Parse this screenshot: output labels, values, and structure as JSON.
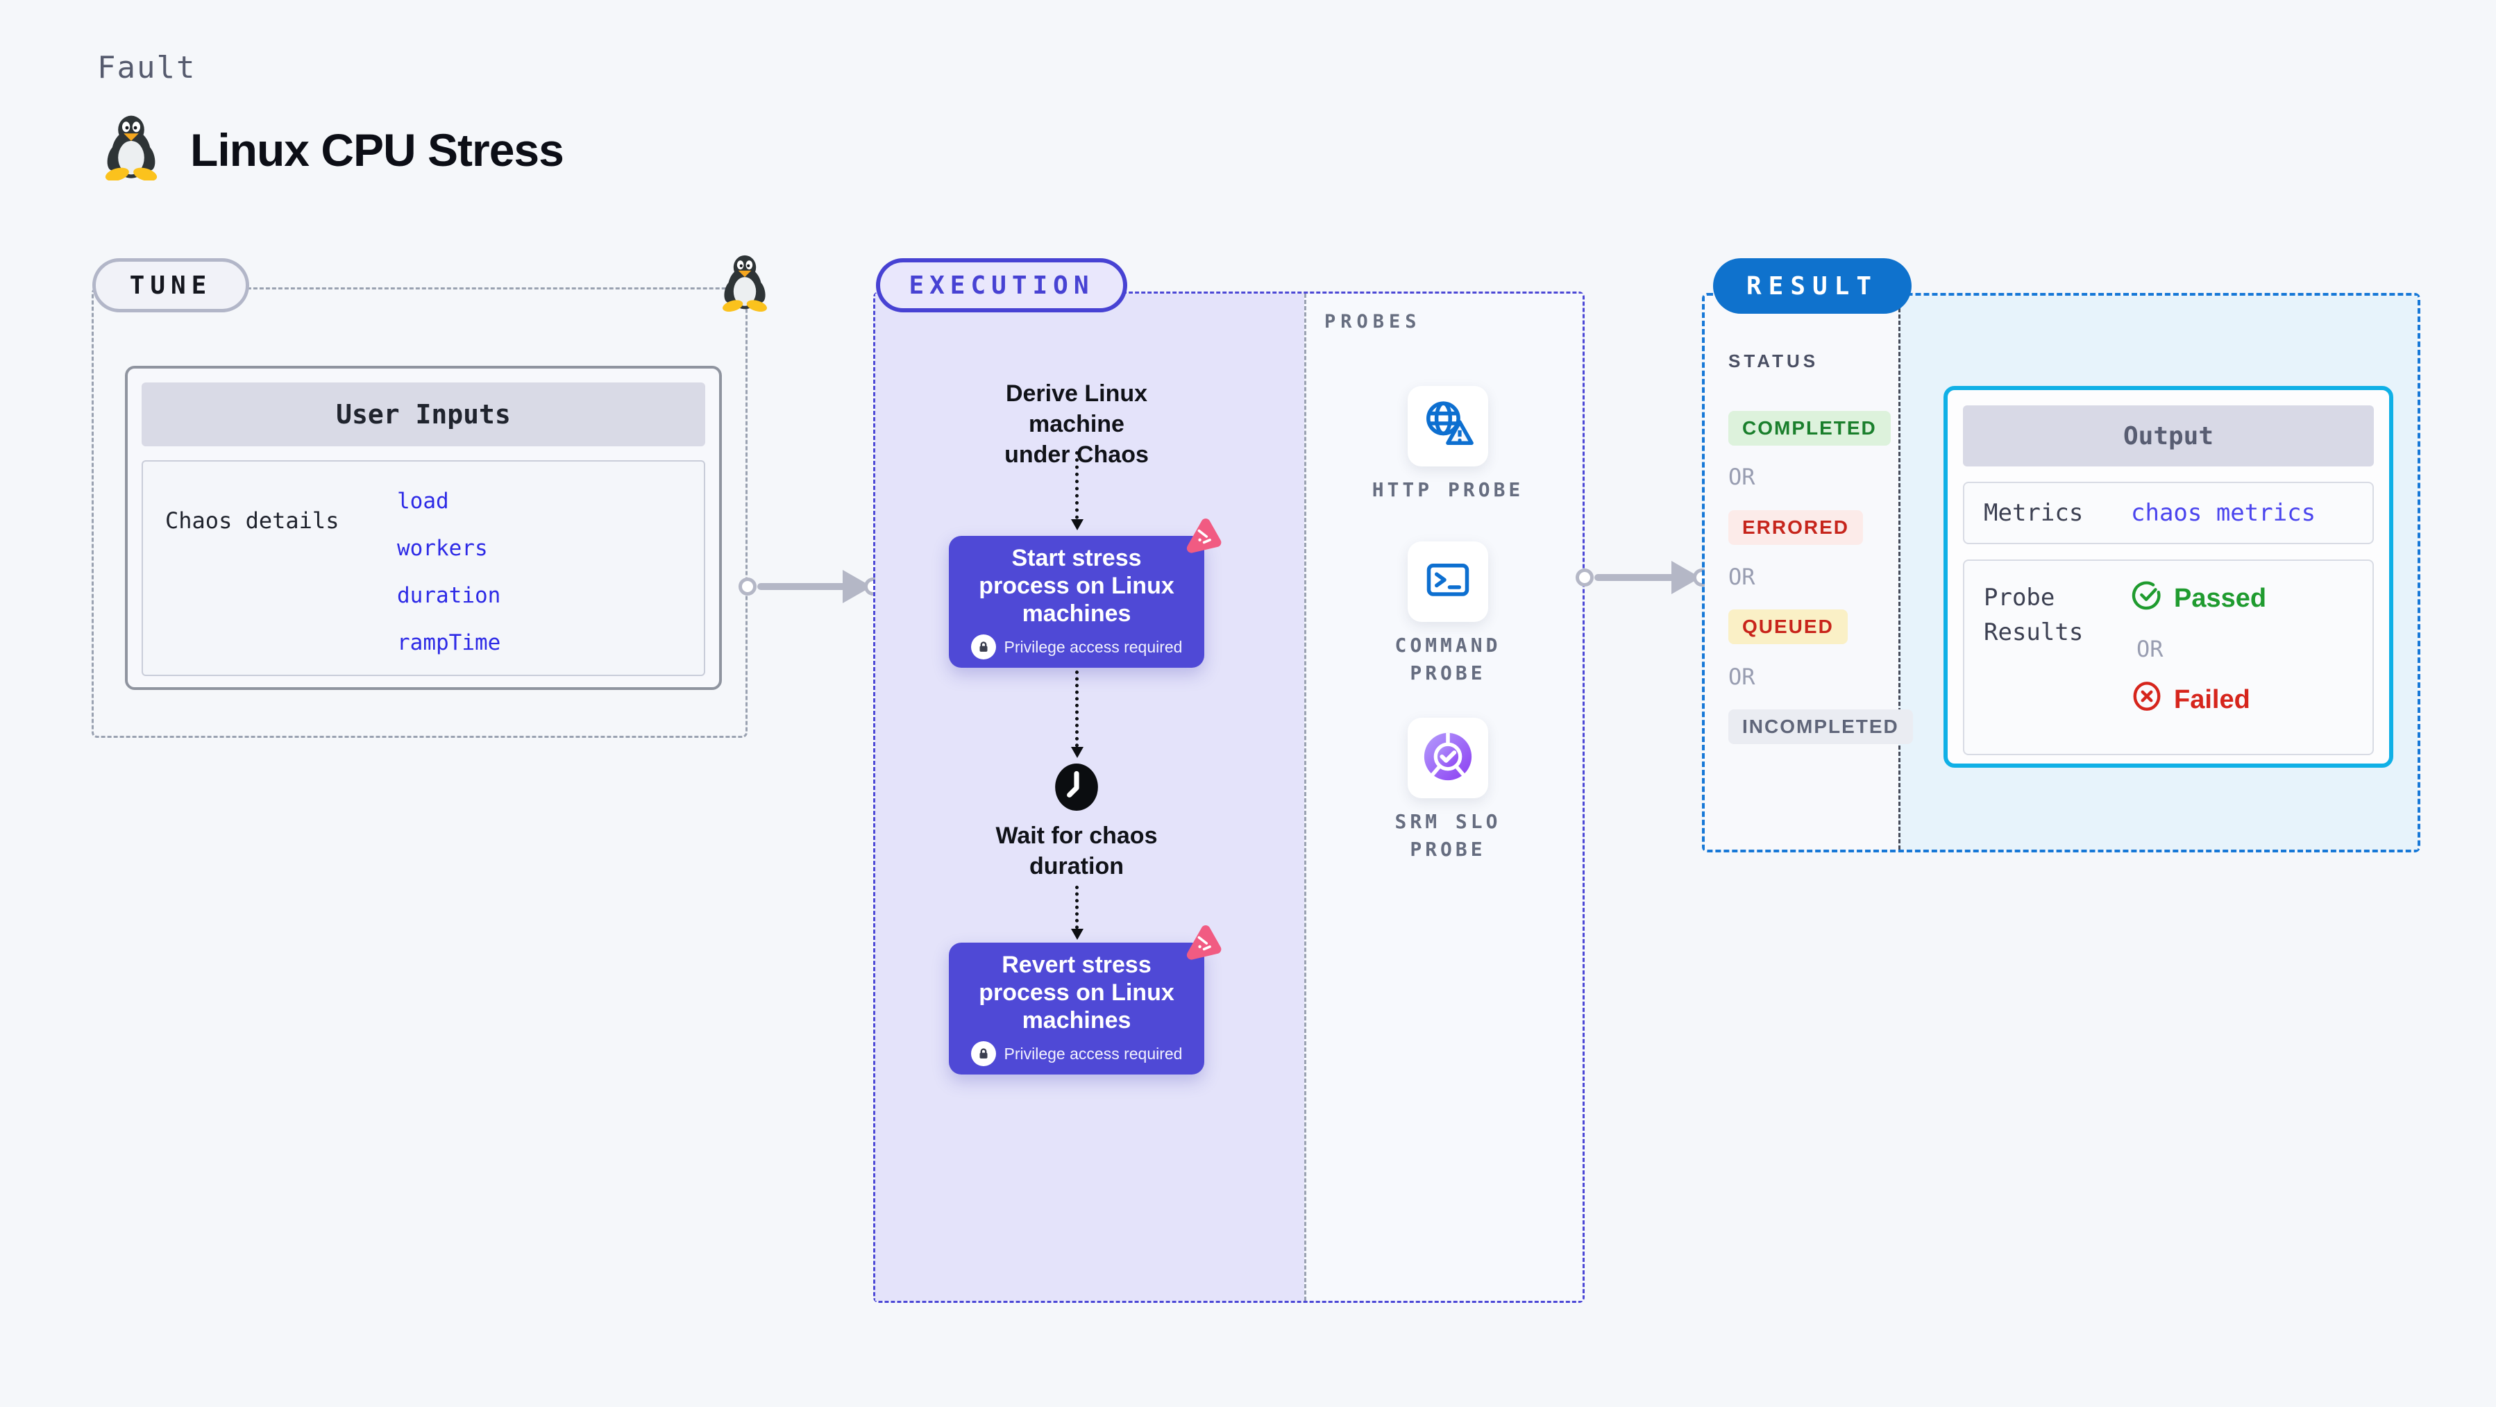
{
  "header": {
    "kicker": "Fault",
    "title": "Linux CPU Stress"
  },
  "tune": {
    "badge": "TUNE",
    "card_title": "User Inputs",
    "row_label": "Chaos details",
    "inputs": [
      "load",
      "workers",
      "duration",
      "rampTime"
    ]
  },
  "execution": {
    "badge": "EXECUTION",
    "derive_text": "Derive Linux machine\nunder Chaos",
    "wait_text": "Wait for chaos\nduration",
    "nodes": [
      {
        "title": "Start stress\nprocess on Linux\nmachines",
        "note": "Privilege access required"
      },
      {
        "title": "Revert stress\nprocess on Linux\nmachines",
        "note": "Privilege access required"
      }
    ]
  },
  "probes": {
    "label": "PROBES",
    "items": [
      {
        "name": "HTTP PROBE",
        "icon": "globe-alert-icon"
      },
      {
        "name": "COMMAND PROBE",
        "icon": "terminal-icon"
      },
      {
        "name": "SRM SLO PROBE",
        "icon": "slo-pie-icon"
      }
    ]
  },
  "result": {
    "badge": "RESULT",
    "status_label": "STATUS",
    "or_label": "OR",
    "statuses": [
      {
        "label": "COMPLETED",
        "type": "success"
      },
      {
        "label": "ERRORED",
        "type": "error"
      },
      {
        "label": "QUEUED",
        "type": "queued"
      },
      {
        "label": "INCOMPLETED",
        "type": "neutral"
      }
    ],
    "output": {
      "title": "Output",
      "metrics_label": "Metrics",
      "metrics_value": "chaos metrics",
      "probe_label": "Probe\nResults",
      "passed": "Passed",
      "or": "OR",
      "failed": "Failed"
    }
  },
  "colors": {
    "page_bg": "#f5f7fa",
    "indigo_accent": "#4c48d6",
    "node_purple": "#4f49d6",
    "lavender_fill": "#e4e3fa",
    "blue_accent": "#1778d7",
    "result_pill_blue": "#0f72cd",
    "cyan_border": "#10b0e6",
    "light_blue_fill": "#e7f3fb",
    "link_blue": "#2d2ae6",
    "success_green": "#1f9b2f",
    "error_red": "#d6251c",
    "chaos_pink": "#f15b82"
  }
}
